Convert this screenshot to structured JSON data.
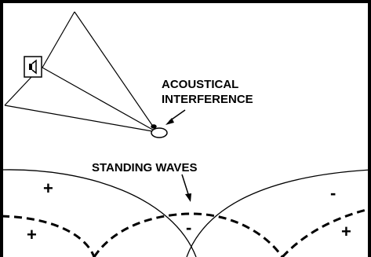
{
  "labels": {
    "acoustical_line1": "ACOUSTICAL",
    "acoustical_line2": "INTERFERENCE",
    "standing_waves": "STANDING WAVES"
  },
  "signs": {
    "upper_left": "+",
    "lower_left": "+",
    "center": "-",
    "upper_right": "-",
    "lower_right": "+"
  },
  "colors": {
    "ink": "#000000",
    "background": "#ffffff"
  }
}
